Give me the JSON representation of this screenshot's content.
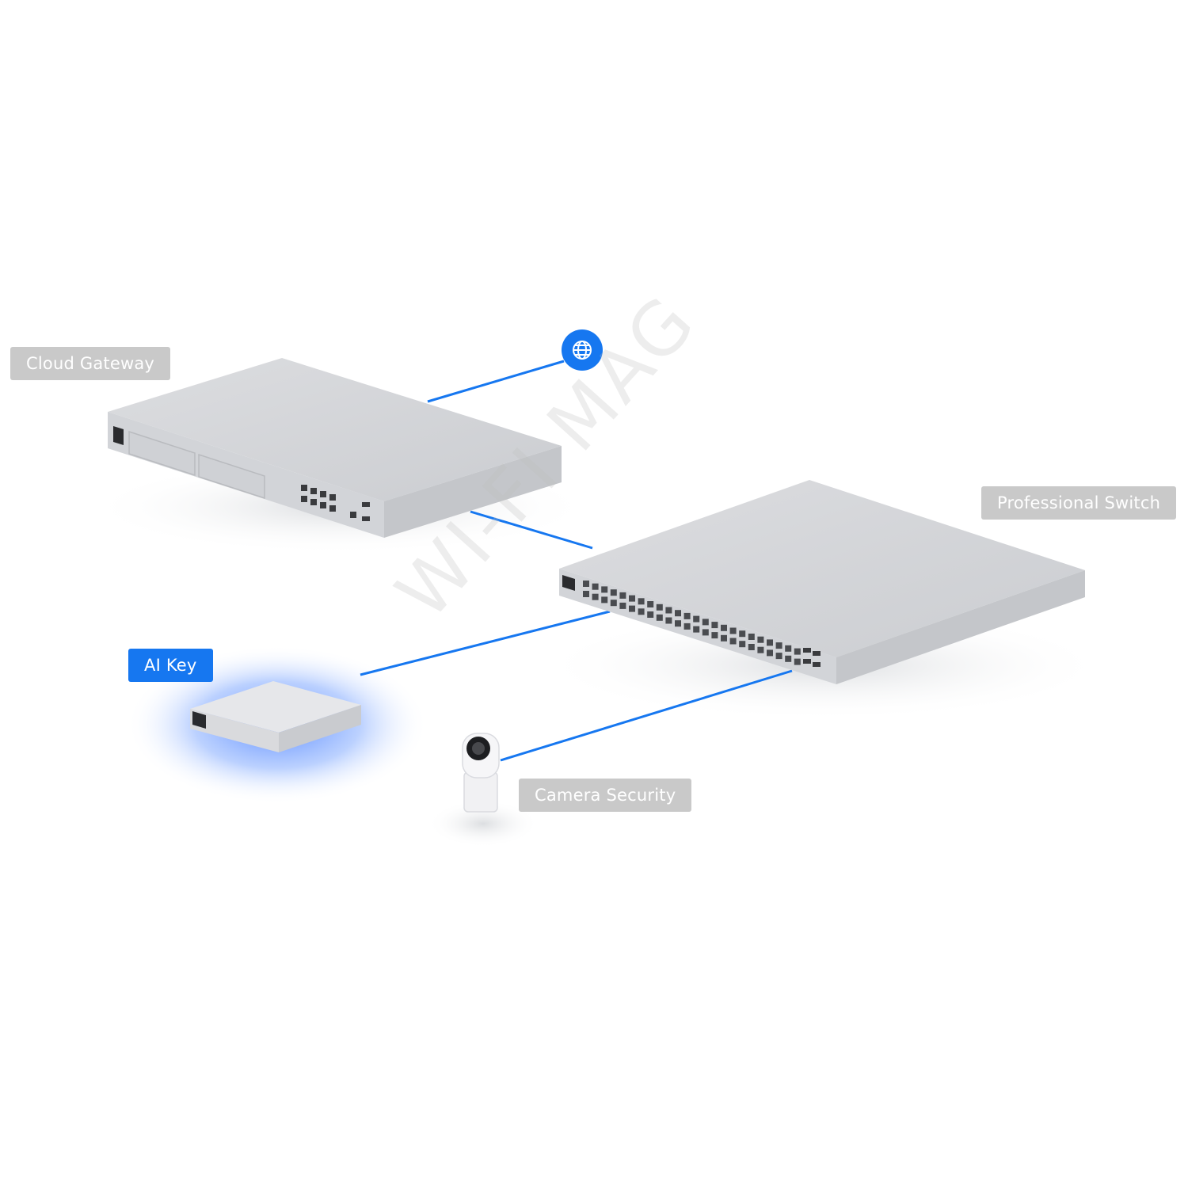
{
  "labels": {
    "cloud_gateway": "Cloud Gateway",
    "professional_switch": "Professional Switch",
    "ai_key": "AI Key",
    "camera_security": "Camera Security"
  },
  "watermark": "WI-FI MAG",
  "icons": {
    "internet": "globe-icon"
  },
  "colors": {
    "link": "#1677f0",
    "label_gray": "#c9c9c9",
    "label_highlight": "#1677f0",
    "device_body": "#d7d8da",
    "ai_key_glow": "#2f6bff"
  }
}
